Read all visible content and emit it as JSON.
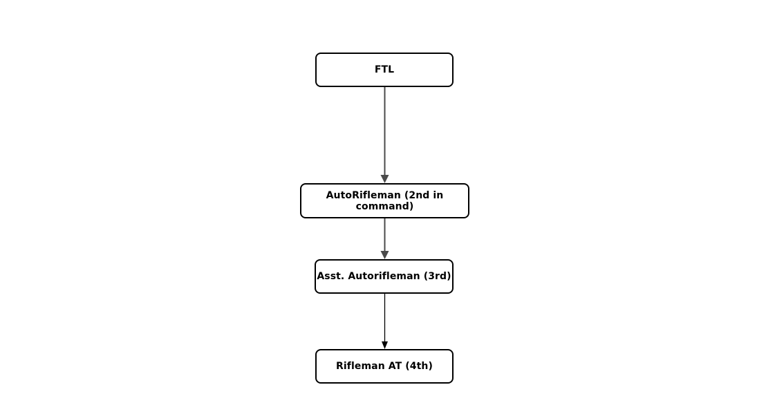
{
  "diagram": {
    "type": "flowchart-vertical",
    "nodes": [
      {
        "id": "ftl",
        "label": "FTL"
      },
      {
        "id": "autorifleman",
        "label": "AutoRifleman (2nd in command)"
      },
      {
        "id": "asst",
        "label": "Asst. Autorifleman (3rd)"
      },
      {
        "id": "rifleman-at",
        "label": "Rifleman AT (4th)"
      }
    ],
    "edges": [
      {
        "from": "ftl",
        "to": "autorifleman",
        "style": "gray-thick"
      },
      {
        "from": "autorifleman",
        "to": "asst",
        "style": "gray-thick"
      },
      {
        "from": "asst",
        "to": "rifleman-at",
        "style": "black-thin"
      }
    ],
    "colors": {
      "background": "#ffffff",
      "node_fill": "#ffffff",
      "node_border": "#000000",
      "node_text": "#000000",
      "arrow_gray": "#4a4a4a",
      "arrow_black": "#000000"
    }
  }
}
